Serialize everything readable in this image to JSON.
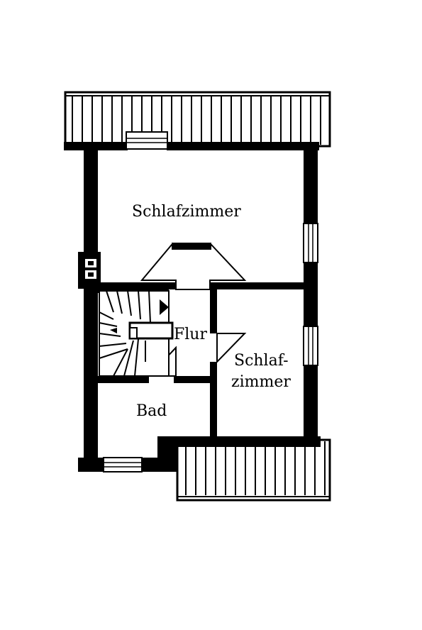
{
  "rooms": {
    "schlafzimmer_large": "Schlafzimmer",
    "flur": "Flur",
    "schlafzimmer_small_line1": "Schlaf-",
    "schlafzimmer_small_line2": "zimmer",
    "bad": "Bad"
  },
  "colors": {
    "wall": "#000000",
    "background": "#ffffff"
  }
}
